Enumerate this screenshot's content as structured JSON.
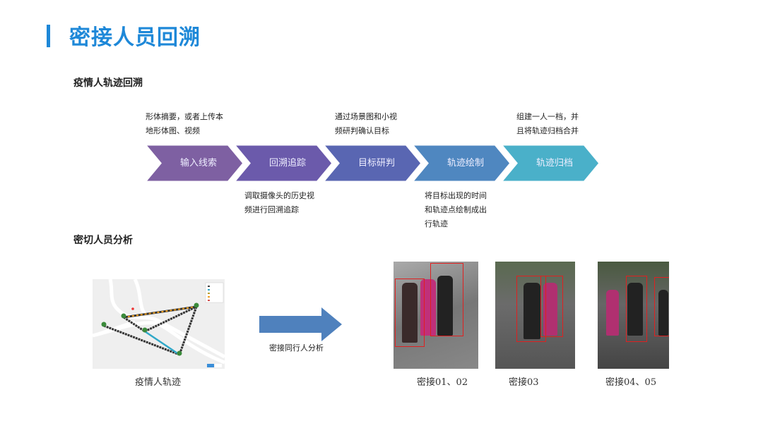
{
  "title": "密接人员回溯",
  "section1": "疫情人轨迹回溯",
  "section2": "密切人员分析",
  "steps": [
    {
      "label": "输入线索",
      "color": "#7e60a2"
    },
    {
      "label": "回溯追踪",
      "color": "#6b5aab"
    },
    {
      "label": "目标研判",
      "color": "#5966b2"
    },
    {
      "label": "轨迹绘制",
      "color": "#4f87c0"
    },
    {
      "label": "轨迹归档",
      "color": "#4ab0c9"
    }
  ],
  "notes": {
    "n1": [
      "形体摘要，或者上传本",
      "地形体图、视频"
    ],
    "n2": [
      "调取摄像头的历史视",
      "频进行回溯追踪"
    ],
    "n3": [
      "通过场景图和小视",
      "频研判确认目标"
    ],
    "n4": [
      "将目标出现的时间",
      "和轨迹点绘制成出",
      "行轨迹"
    ],
    "n5": [
      "组建一人一档，并",
      "且将轨迹归档合并"
    ]
  },
  "map_caption": "疫情人轨迹",
  "arrow_caption": "密接同行人分析",
  "photos": [
    {
      "caption": "密接01、02"
    },
    {
      "caption": "密接03"
    },
    {
      "caption": "密接04、05"
    }
  ]
}
